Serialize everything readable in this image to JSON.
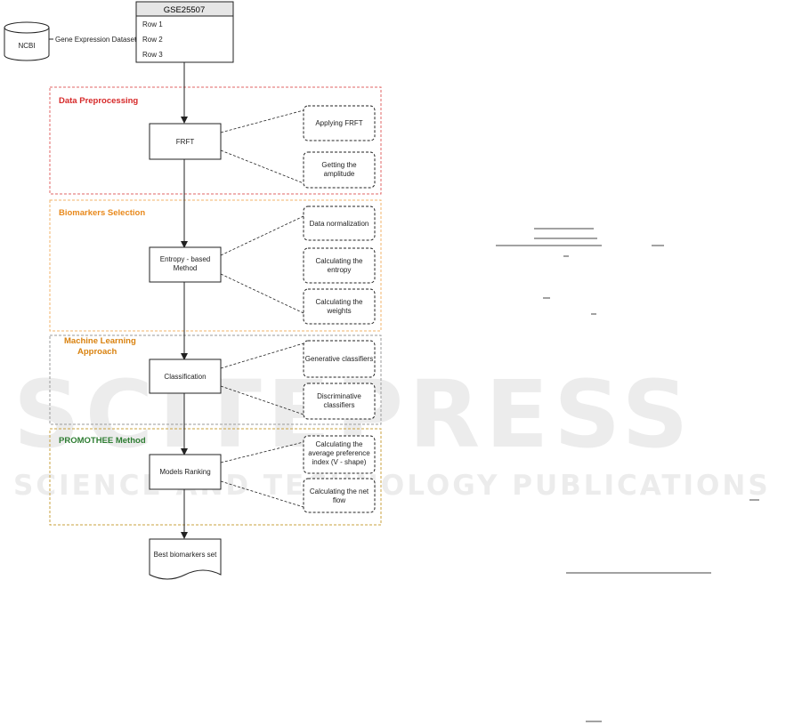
{
  "watermark": {
    "main": "SCITEPRESS",
    "sub": "SCIENCE AND TECHNOLOGY PUBLICATIONS"
  },
  "source": {
    "label": "NCBI",
    "edge_label": "Gene Expression Dataset"
  },
  "dataset": {
    "title": "GSE25507",
    "rows": [
      "Row 1",
      "Row 2",
      "Row 3"
    ]
  },
  "stages": [
    {
      "title": "Data Preprocessing",
      "title_color": "#d62828",
      "border_color": "#e06666",
      "process": "FRFT",
      "steps": [
        "Applying FRFT",
        "Getting the amplitude"
      ]
    },
    {
      "title": "Biomarkers Selection",
      "title_color": "#e8891c",
      "border_color": "#f0b36a",
      "process": "Entropy - based Method",
      "steps": [
        "Data normalization",
        "Calculating the entropy",
        "Calculating the weights"
      ]
    },
    {
      "title": "Machine Learning Approach",
      "title_color": "#d9820f",
      "border_color": "#9a9a9a",
      "process": "Classification",
      "steps": [
        "Generative classifiers",
        "Discriminative classifiers"
      ]
    },
    {
      "title": "PROMOTHEE Method",
      "title_color": "#2e7d32",
      "border_color": "#c9a13c",
      "process": "Models Ranking",
      "steps": [
        "Calculating the average preference index (V - shape)",
        "Calculating the net flow"
      ]
    }
  ],
  "output": {
    "label": "Best biomarkers set"
  }
}
